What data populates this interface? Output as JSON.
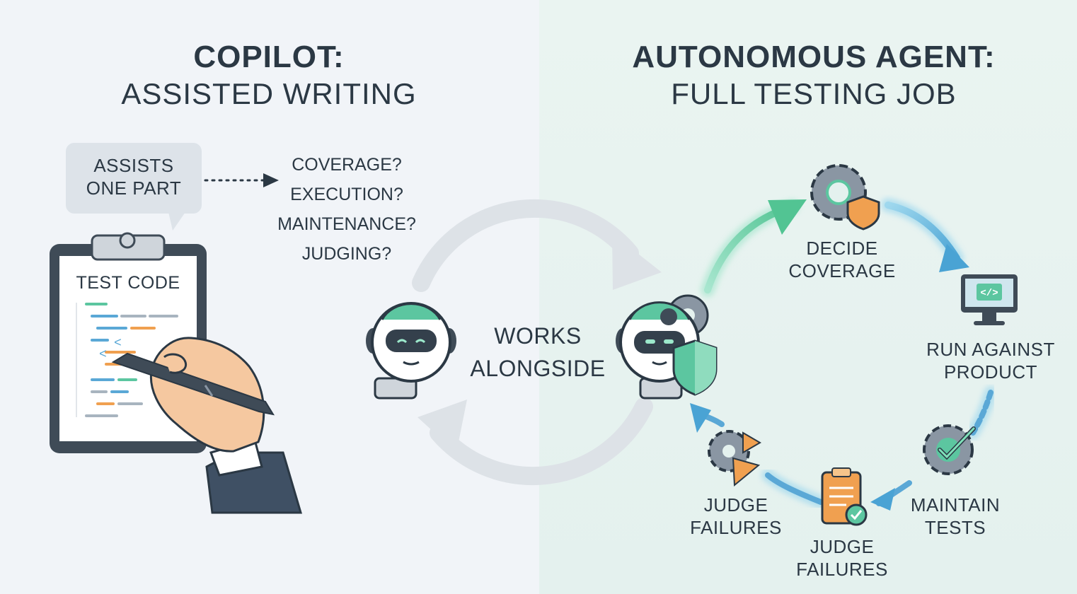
{
  "left": {
    "title_line1": "COPILOT:",
    "title_line2": "ASSISTED WRITING",
    "bubble": "ASSISTS\nONE PART",
    "questions": [
      "COVERAGE?",
      "EXECUTION?",
      "MAINTENANCE?",
      "JUDGING?"
    ],
    "clipboard_title": "TEST CODE"
  },
  "center": {
    "label": "WORKS\nALONGSIDE"
  },
  "right": {
    "title_line1": "AUTONOMOUS AGENT:",
    "title_line2": "FULL TESTING JOB",
    "steps": [
      {
        "label": "DECIDE\nCOVERAGE",
        "icon": "gear-shield-icon"
      },
      {
        "label": "RUN AGAINST\nPRODUCT",
        "icon": "monitor-code-icon"
      },
      {
        "label": "MAINTAIN\nTESTS",
        "icon": "gear-check-icon"
      },
      {
        "label": "JUDGE\nFAILURES",
        "icon": "clipboard-check-icon"
      },
      {
        "label": "JUDGE\nFAILURES",
        "icon": "gear-flag-icon"
      }
    ]
  },
  "colors": {
    "accent_green": "#5cc6a0",
    "accent_blue": "#5aa8d6",
    "orange": "#f0a050",
    "dark": "#2b3844"
  }
}
